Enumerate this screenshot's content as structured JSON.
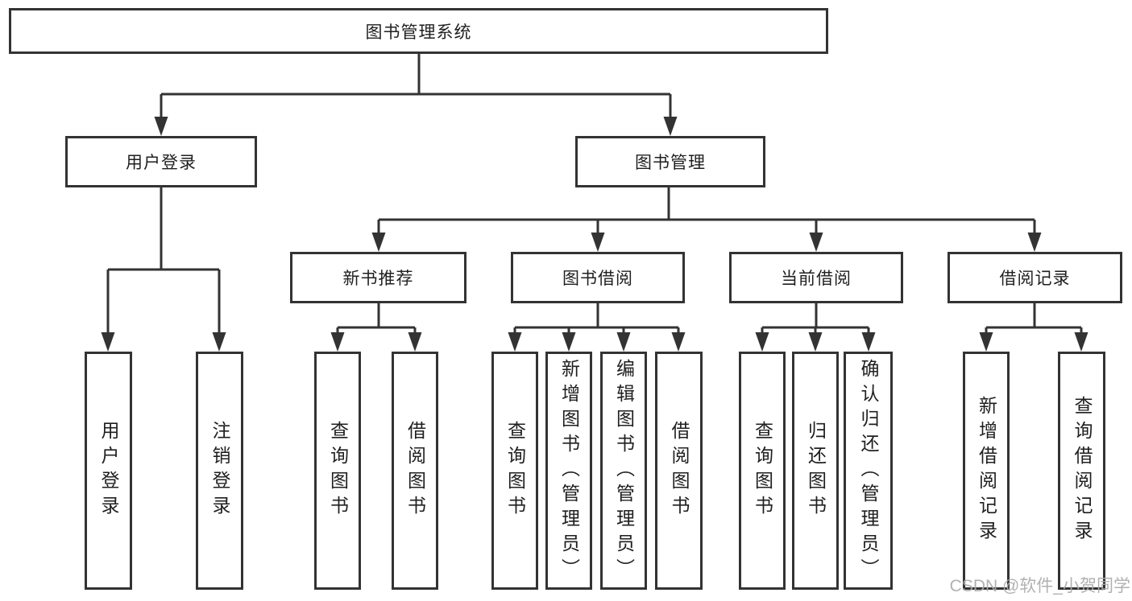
{
  "tree": {
    "label": "图书管理系统",
    "children": [
      {
        "label": "用户登录",
        "children": [
          {
            "label": "用户登录"
          },
          {
            "label": "注销登录"
          }
        ]
      },
      {
        "label": "图书管理",
        "children": [
          {
            "label": "新书推荐",
            "children": [
              {
                "label": "查询图书"
              },
              {
                "label": "借阅图书"
              }
            ]
          },
          {
            "label": "图书借阅",
            "children": [
              {
                "label": "查询图书"
              },
              {
                "label": "新增图书（管理员）"
              },
              {
                "label": "编辑图书（管理员）"
              },
              {
                "label": "借阅图书"
              }
            ]
          },
          {
            "label": "当前借阅",
            "children": [
              {
                "label": "查询图书"
              },
              {
                "label": "归还图书"
              },
              {
                "label": "确认归还（管理员）"
              }
            ]
          },
          {
            "label": "借阅记录",
            "children": [
              {
                "label": "新增借阅记录"
              },
              {
                "label": "查询借阅记录"
              }
            ]
          }
        ]
      }
    ]
  },
  "watermark": {
    "text": "CSDN @软件_小贺同学"
  },
  "colors": {
    "line": "#333333",
    "box_border": "#333333",
    "box_fill": "#ffffff",
    "text": "#1f1f1f",
    "watermark": "#ababab"
  }
}
